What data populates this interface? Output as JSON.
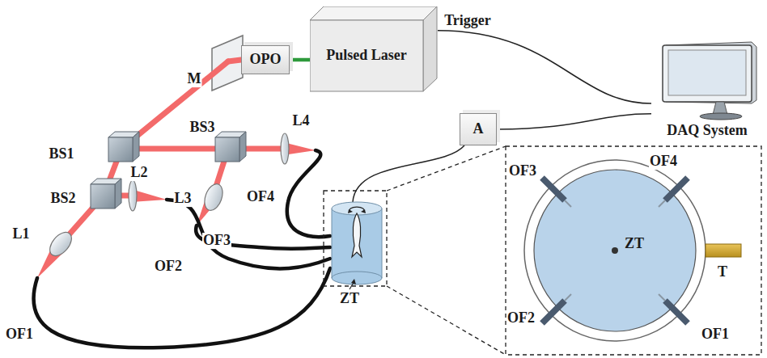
{
  "diagram": {
    "nodes": [
      {
        "text": [
          "OPO"
        ]
      },
      {
        "text": [
          "Pulsed Laser"
        ]
      },
      {
        "text": [
          "A"
        ]
      },
      {
        "text": [
          "DAQ System"
        ]
      }
    ],
    "edges": [
      {
        "from": 1,
        "to": 0,
        "arrow": "none"
      },
      {
        "from": 1,
        "to": 3,
        "label": "Trigger",
        "arrow": "none"
      },
      {
        "from": 2,
        "to": 3,
        "arrow": "none"
      }
    ],
    "labels": [
      "M",
      "BS1",
      "BS2",
      "BS3",
      "L1",
      "L2",
      "L3",
      "L4",
      "OF1",
      "OF2",
      "OF3",
      "OF4",
      "ZT",
      "OF4",
      "OF3",
      "ZT",
      "T",
      "OF2",
      "OF1"
    ]
  }
}
